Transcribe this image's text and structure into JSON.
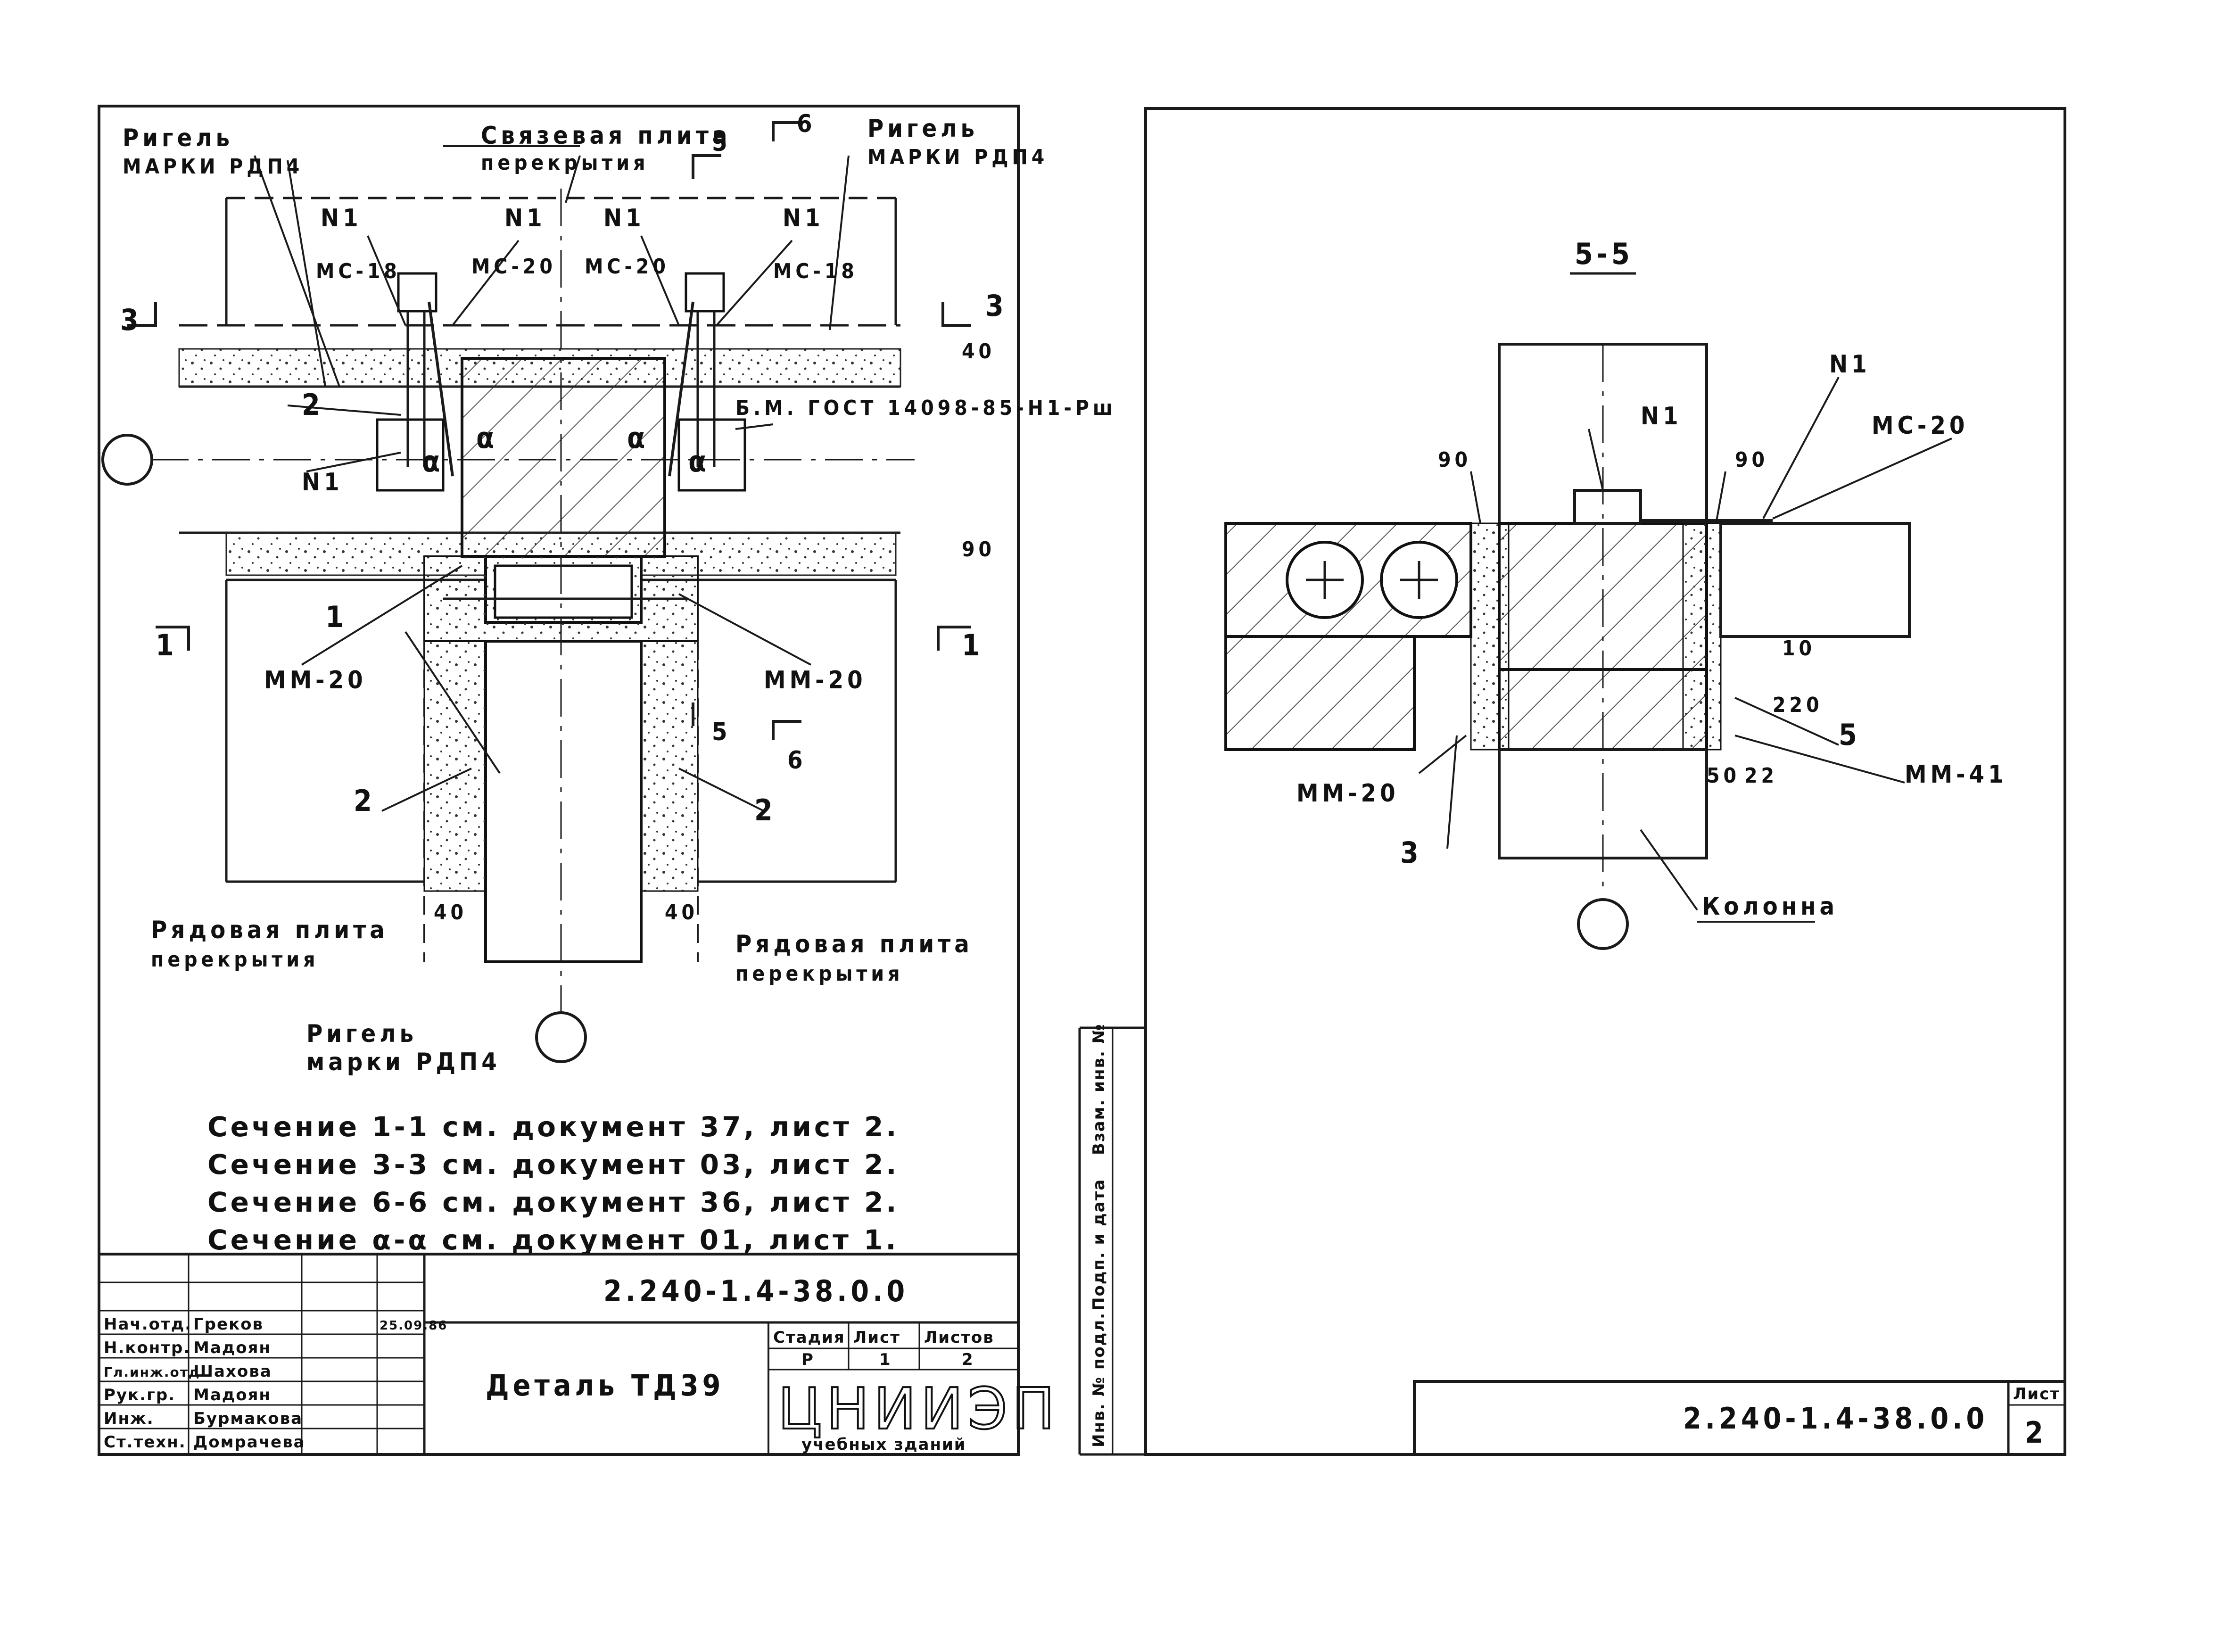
{
  "left_sheet": {
    "labels": {
      "rigel_left_1": "Ригель",
      "rigel_left_2": "МАРКИ РДП4",
      "svyaz_1": "Связевая плита",
      "svyaz_2": "перекрытия",
      "rigel_right_1": "Ригель",
      "rigel_right_2": "МАРКИ РДП4",
      "rigel_bottom_1": "Ригель",
      "rigel_bottom_2": "марки РДП4",
      "ryad_left_1": "Рядовая плита",
      "ryad_left_2": "перекрытия",
      "ryad_right_1": "Рядовая плита",
      "ryad_right_2": "перекрытия",
      "n1_a": "N1",
      "n1_b": "N1",
      "n1_c": "N1",
      "n1_d": "N1",
      "n1_e": "N1",
      "mc18_left": "МС-18",
      "mc20_a": "МС-20",
      "mc20_b": "МС-20",
      "mc18_right": "МС-18",
      "mm20_left": "ММ-20",
      "mm20_right": "ММ-20",
      "gost": "Б.М. ГОСТ 14098-85-Н1-Рш",
      "n2_a": "2",
      "n2_b": "2",
      "n2_c": "2",
      "n1_num": "1",
      "sec1_l": "1",
      "sec1_r": "1",
      "sec3_l": "3",
      "sec3_r": "3",
      "sec5_top": "5",
      "sec6_top": "6",
      "sec5_mid": "5",
      "sec6_mid": "6",
      "alpha_a": "α",
      "alpha_b": "α",
      "alpha_c": "α",
      "alpha_d": "α",
      "dim40_a": "40",
      "dim90": "90",
      "dim40_b": "40",
      "dim40_c": "40"
    },
    "notes": [
      "Сечение 1-1 см. документ 37, лист 2.",
      "Сечение 3-3 см. документ 03, лист 2.",
      "Сечение 6-6 см. документ 36, лист 2.",
      "Сечение α-α см. документ 01, лист 1."
    ],
    "title_block": {
      "code": "2.240-1.4-38.0.0",
      "title": "Деталь ТД39",
      "org_big": "ЦНИИЭП",
      "org_small": "учебных зданий",
      "headers": [
        "Стадия",
        "Лист",
        "Листов"
      ],
      "values": [
        "Р",
        "1",
        "2"
      ],
      "date": "25.09.86",
      "staff": [
        {
          "role": "Нач.отд.",
          "name": "Греков"
        },
        {
          "role": "Н.контр.",
          "name": "Мадоян"
        },
        {
          "role": "Гл.инж.отд.",
          "name": "Шахова"
        },
        {
          "role": "Рук.гр.",
          "name": "Мадоян"
        },
        {
          "role": "Инж.",
          "name": "Бурмакова"
        },
        {
          "role": "Ст.техн.",
          "name": "Домрачева"
        }
      ]
    }
  },
  "right_sheet": {
    "section_title": "5-5",
    "labels": {
      "n1_a": "N1",
      "n1_b": "N1",
      "mc20": "МС-20",
      "dim90_l": "90",
      "dim90_r": "90",
      "dim10": "10",
      "dim220": "220",
      "dim50": "50",
      "dim22": "22",
      "n5": "5",
      "mm41": "ММ-41",
      "mm20": "ММ-20",
      "n3": "3",
      "kolonna": "Колонна"
    },
    "side_stamp": [
      "Инв. № подл.",
      "Подп. и дата",
      "Взам. инв. №"
    ],
    "code": "2.240-1.4-38.0.0",
    "sheet_label": "Лист",
    "sheet_no": "2"
  }
}
